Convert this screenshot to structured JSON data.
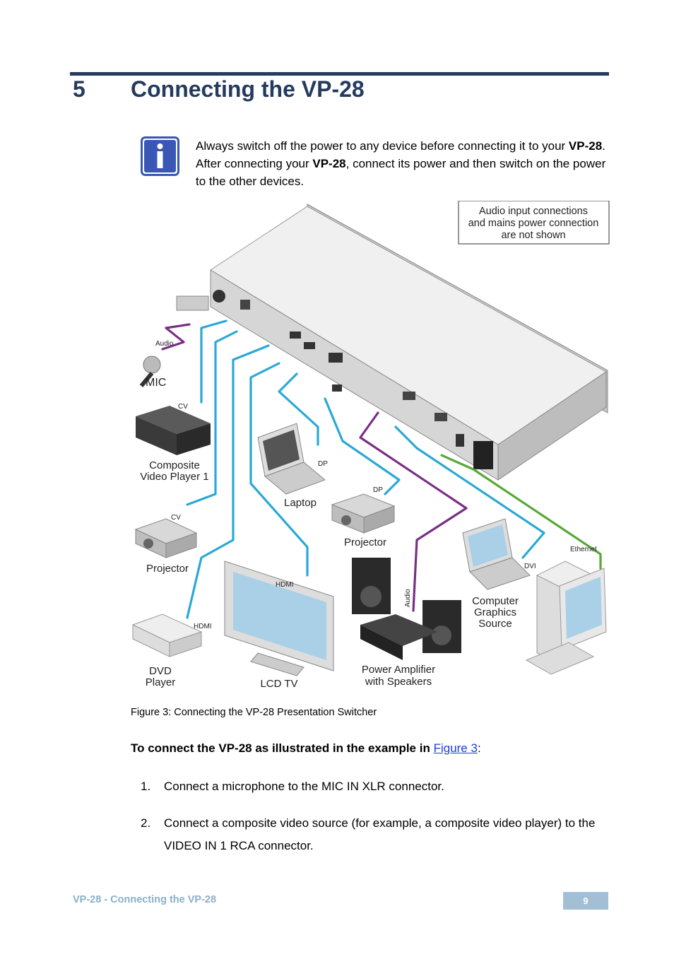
{
  "chapter": {
    "number": "5",
    "title": "Connecting the VP-28"
  },
  "note": {
    "icon": "info-icon",
    "part1": "Always switch off the power to any device before connecting it to your ",
    "bold1": "VP-28",
    "part2": ". After connecting your ",
    "bold2": "VP-28",
    "part3": ", connect its power and then switch on the power to the other devices."
  },
  "figure": {
    "callout": [
      "Audio input connections",
      "and mains power connection",
      "are not shown"
    ],
    "labels": {
      "mic": "MIC",
      "audio_mic": "Audio",
      "cv1": "CV",
      "composite": [
        "Composite",
        "Video Player 1"
      ],
      "cv2": "CV",
      "projector1": "Projector",
      "hdmi_dvd": "HDMI",
      "dvd": [
        "DVD",
        "Player"
      ],
      "hdmi_lcd": "HDMI",
      "lcd": "LCD TV",
      "dp_laptop": "DP",
      "laptop": "Laptop",
      "dp_proj": "DP",
      "projector2": "Projector",
      "audio_amp": "Audio",
      "amp": [
        "Power Amplifier",
        "with Speakers"
      ],
      "dvi": "DVI",
      "computer": [
        "Computer",
        "Graphics",
        "Source"
      ],
      "ethernet": "Ethernet"
    },
    "colors": {
      "cyan": "#29a9d6",
      "purple": "#7a2f86",
      "green": "#58a839",
      "device": "#e8e8e8"
    }
  },
  "caption": "Figure 3: Connecting the VP-28 Presentation Switcher",
  "instruction": {
    "text": "To connect the VP-28 as illustrated in the example in ",
    "link": "Figure 3",
    "suffix": ":"
  },
  "steps": [
    {
      "num": "1.",
      "text": "Connect a microphone to the MIC IN XLR connector."
    },
    {
      "num": "2.",
      "text": "Connect a composite video source (for example, a composite video player) to the VIDEO IN 1 RCA connector."
    }
  ],
  "footer": {
    "left": "VP-28 - Connecting the VP-28",
    "page": "9"
  }
}
